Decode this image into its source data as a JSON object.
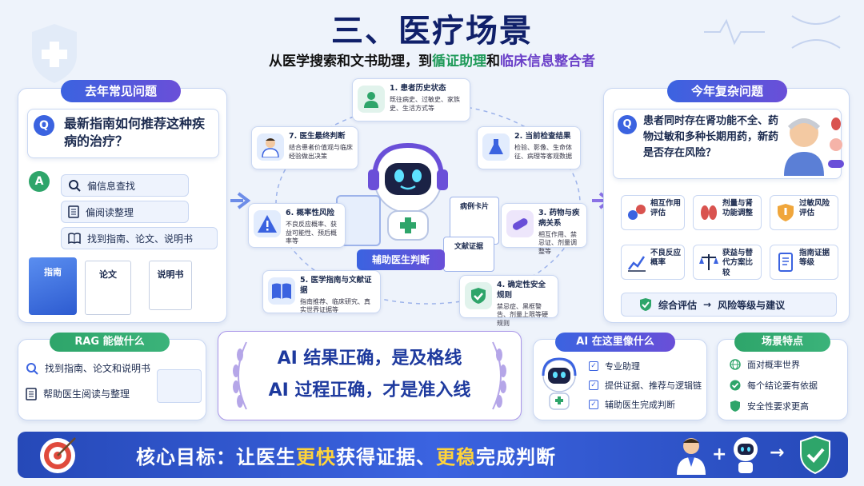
{
  "title": "三、医疗场景",
  "subtitle": {
    "prefix": "从医学搜索和文书助理，到",
    "highlight1": "循证助理",
    "mid": "和",
    "highlight2": "临床信息整合者"
  },
  "left_panel": {
    "header": "去年常见问题",
    "q_badge": "Q",
    "a_badge": "A",
    "question": "最新指南如何推荐这种疾病的治疗？",
    "answers": [
      "偏信息查找",
      "偏阅读整理",
      "找到指南、论文、说明书"
    ],
    "docs": [
      "指南",
      "论文",
      "说明书"
    ]
  },
  "center": {
    "robot_label": "辅助医生判断",
    "card_label": "病例卡片",
    "evidence_label": "文献证据",
    "nodes": [
      {
        "title": "1. 患者历史状态",
        "desc": "既往病史、过敏史、家族史、生活方式等",
        "icon": "person-icon"
      },
      {
        "title": "2. 当前检查结果",
        "desc": "检验、影像、生命体征、病理等客观数据",
        "icon": "flask-icon"
      },
      {
        "title": "3. 药物与疾病关系",
        "desc": "相互作用、禁忌证、剂量调整等",
        "icon": "pill-icon"
      },
      {
        "title": "4. 确定性安全规则",
        "desc": "禁忌症、黑框警告、剂量上限等硬规则",
        "icon": "shield-check-icon"
      },
      {
        "title": "5. 医学指南与文献证据",
        "desc": "指南推荐、临床研究、真实世界证据等",
        "icon": "book-icon"
      },
      {
        "title": "6. 概率性风险",
        "desc": "不良反应概率、获益可能性、预后概率等",
        "icon": "warning-icon"
      },
      {
        "title": "7. 医生最终判断",
        "desc": "结合患者价值观与临床经验做出决策",
        "icon": "doctor-icon"
      }
    ]
  },
  "right_panel": {
    "header": "今年复杂问题",
    "q_badge": "Q",
    "question": "患者同时存在肾功能不全、药物过敏和多种长期用药，新药是否存在风险？",
    "grid": [
      {
        "label": "相互作用评估",
        "icon": "molecule-icon"
      },
      {
        "label": "剂量与肾功能调整",
        "icon": "kidney-icon"
      },
      {
        "label": "过敏风险评估",
        "icon": "allergy-shield-icon"
      },
      {
        "label": "不良反应概率",
        "icon": "chart-icon"
      },
      {
        "label": "获益与替代方案比较",
        "icon": "scale-icon"
      },
      {
        "label": "指南证据等级",
        "icon": "document-icon"
      }
    ],
    "summary_left": "综合评估",
    "summary_arrow": "→",
    "summary_right": "风险等级与建议"
  },
  "rag_panel": {
    "header": "RAG 能做什么",
    "items": [
      "找到指南、论文和说明书",
      "帮助医生阅读与整理"
    ]
  },
  "center_bottom": {
    "line1": "AI 结果正确，是及格线",
    "line2": "AI 过程正确，才是准入线"
  },
  "ai_panel": {
    "header": "AI 在这里像什么",
    "items": [
      "专业助理",
      "提供证据、推荐与逻辑链",
      "辅助医生完成判断"
    ]
  },
  "features_panel": {
    "header": "场景特点",
    "items": [
      "面对概率世界",
      "每个结论要有依据",
      "安全性要求更高"
    ]
  },
  "footer": {
    "prefix": "核心目标：让医生",
    "hl1": "更快",
    "mid": "获得证据、",
    "hl2": "更稳",
    "suffix": "完成判断",
    "plus": "+",
    "arrow": "→"
  },
  "colors": {
    "primary": "#3b63e0",
    "purple": "#6a4fd8",
    "green": "#2ea56a",
    "highlight_yellow": "#ffd43b",
    "navy": "#10206a"
  }
}
